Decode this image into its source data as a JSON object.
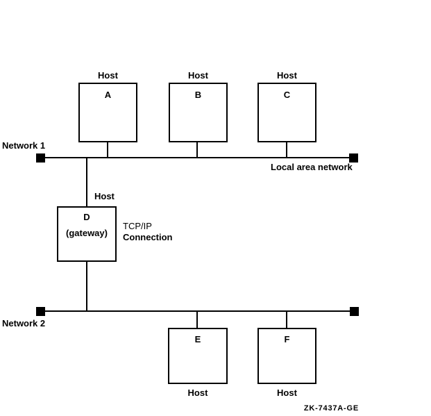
{
  "hosts": {
    "a": {
      "title": "Host",
      "letter": "A"
    },
    "b": {
      "title": "Host",
      "letter": "B"
    },
    "c": {
      "title": "Host",
      "letter": "C"
    },
    "d": {
      "title": "Host",
      "letter": "D",
      "role": "(gateway)"
    },
    "e": {
      "title": "Host",
      "letter": "E"
    },
    "f": {
      "title": "Host",
      "letter": "F"
    }
  },
  "networks": {
    "network1": {
      "label": "Network 1",
      "annotation": "Local area network"
    },
    "network2": {
      "label": "Network 2"
    }
  },
  "connection": {
    "line1": "TCP/IP",
    "line2": "Connection"
  },
  "figure_id": "ZK-7437A-GE",
  "colors": {
    "line": "#000000",
    "background": "#ffffff"
  }
}
